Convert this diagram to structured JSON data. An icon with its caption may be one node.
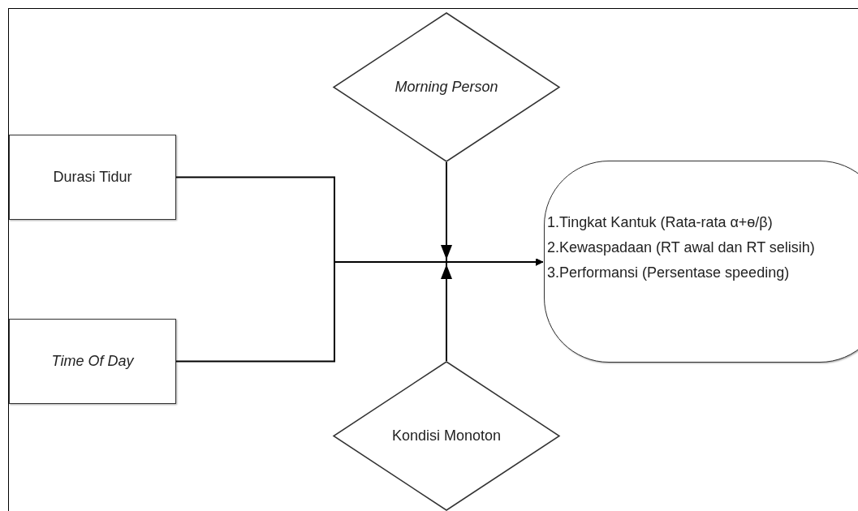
{
  "diagram": {
    "nodes": [
      {
        "text": [
          "Morning Person"
        ]
      },
      {
        "text": [
          "Durasi Tidur"
        ]
      },
      {
        "text": [
          "1.Tingkat Kantuk (Rata-rata α+ө/β)",
          "2.Kewaspadaan (RT awal dan RT selisih)",
          "3.Performansi (Persentase speeding)"
        ]
      },
      {
        "text": [
          "Time Of Day"
        ]
      },
      {
        "text": [
          "Kondisi Monoton"
        ]
      }
    ],
    "edges": [
      {
        "from": 1,
        "to": 2,
        "arrow": "to"
      },
      {
        "from": 3,
        "to": 2,
        "arrow": "to"
      },
      {
        "from": 0,
        "to": 2,
        "arrow": "to"
      },
      {
        "from": 4,
        "to": 2,
        "arrow": "to"
      }
    ]
  }
}
